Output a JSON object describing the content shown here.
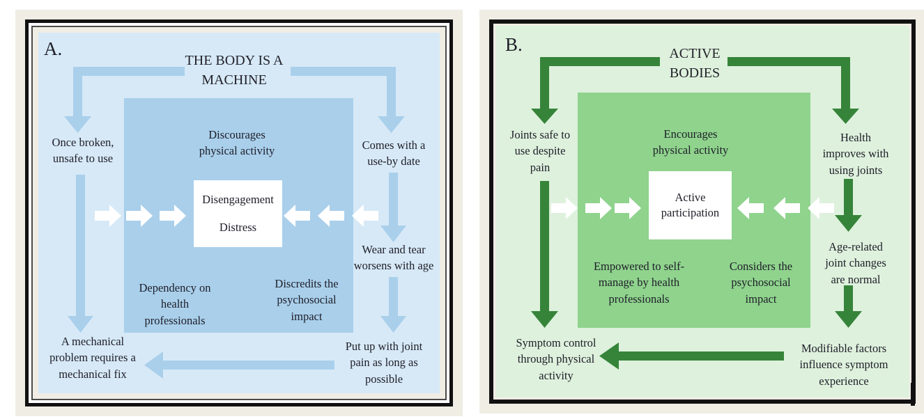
{
  "panel_a": {
    "letter": "A.",
    "title": "THE BODY IS A\nMACHINE",
    "once_broken": "Once broken,\nunsafe to use",
    "comes_with": "Comes with a\nuse-by date",
    "discourages": "Discourages\nphysical activity",
    "dependency": "Dependency on\nhealth\nprofessionals",
    "discredits": "Discredits the\npsychosocial\nimpact",
    "center_top": "Disengagement",
    "center_bottom": "Distress",
    "wear_tear": "Wear and tear\nworsens with age",
    "put_up": "Put up with joint\npain as long as\npossible",
    "mechanical": "A mechanical\nproblem requires a\nmechanical fix",
    "colors": {
      "background": "#d7e9f7",
      "inner_box": "#a9cfeb",
      "arrow": "#a9cfeb",
      "center_box": "#ffffff",
      "white_arrow": "#ffffff"
    }
  },
  "panel_b": {
    "letter": "B.",
    "title": "ACTIVE\nBODIES",
    "joints_safe": "Joints safe to\nuse despite\npain",
    "health": "Health\nimproves with\nusing joints",
    "encourages": "Encourages\nphysical activity",
    "empowered": "Empowered to self-\nmanage by health\nprofessionals",
    "considers": "Considers the\npsychosocial\nimpact",
    "center": "Active\nparticipation",
    "age_related": "Age-related\njoint changes\nare normal",
    "modifiable": "Modifiable factors\ninfluence symptom\nexperience",
    "symptom": "Symptom control\nthrough physical\nactivity",
    "colors": {
      "background": "#def1dd",
      "inner_box": "#8fd38d",
      "arrow": "#368439",
      "center_box": "#ffffff",
      "white_arrow": "#ffffff"
    }
  }
}
